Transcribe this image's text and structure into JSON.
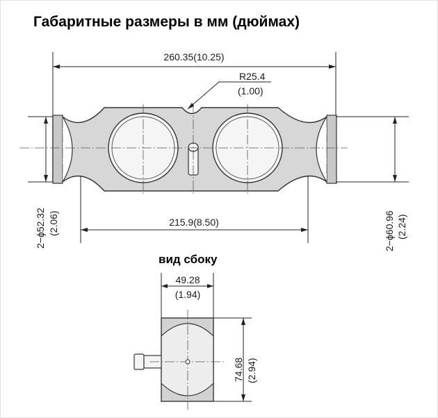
{
  "title": "Габаритные размеры в мм (дюймах)",
  "side_view_label": "вид сбоку",
  "dimensions": {
    "overall_length": "260.35(10.25)",
    "radius_mm": "R25.4",
    "radius_in": "(1.00)",
    "hole_spacing": "215.9(8.50)",
    "left_diameter_mm": "2−ϕ52.32",
    "left_diameter_in": "(2.06)",
    "right_diameter_mm": "2−ϕ60.96",
    "right_diameter_in": "(2.24)",
    "side_width_mm": "49.28",
    "side_width_in": "(1.94)",
    "side_height_mm": "74.68",
    "side_height_in": "(2.94)"
  },
  "colors": {
    "body": "#d7d7d7",
    "line": "#222222"
  }
}
